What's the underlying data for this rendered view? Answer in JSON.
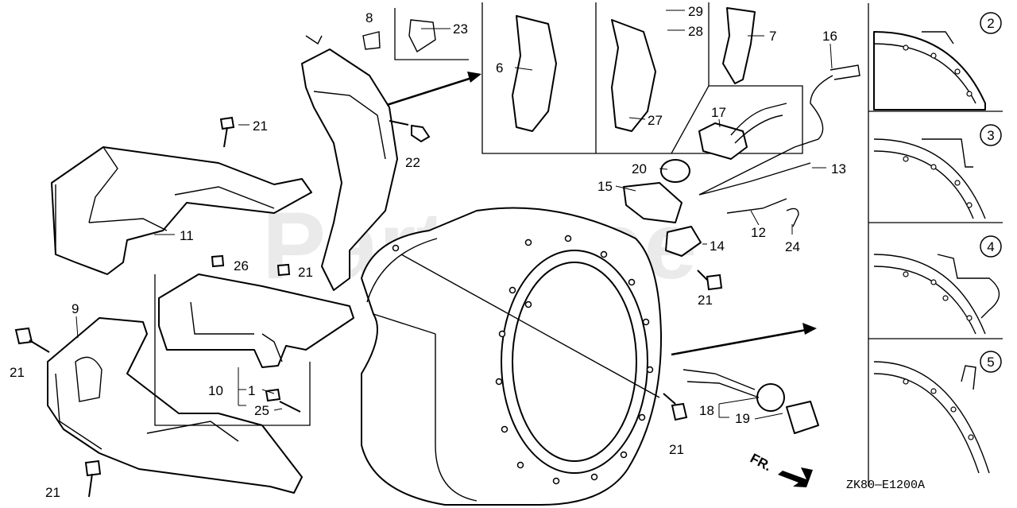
{
  "watermark": "PartsTree",
  "diagram_code": "ZK80—E1200A",
  "front_indicator": "FR.",
  "callouts": {
    "c1": "1",
    "c2": "2",
    "c3": "3",
    "c4": "4",
    "c5": "5",
    "c6": "6",
    "c7": "7",
    "c8": "8",
    "c9": "9",
    "c10": "10",
    "c11": "11",
    "c12": "12",
    "c13": "13",
    "c14": "14",
    "c15": "15",
    "c16": "16",
    "c17": "17",
    "c18": "18",
    "c19": "19",
    "c20": "20",
    "c21": "21",
    "c22": "22",
    "c23": "23",
    "c24": "24",
    "c25": "25",
    "c26": "26",
    "c27": "27",
    "c28": "28",
    "c29": "29"
  }
}
